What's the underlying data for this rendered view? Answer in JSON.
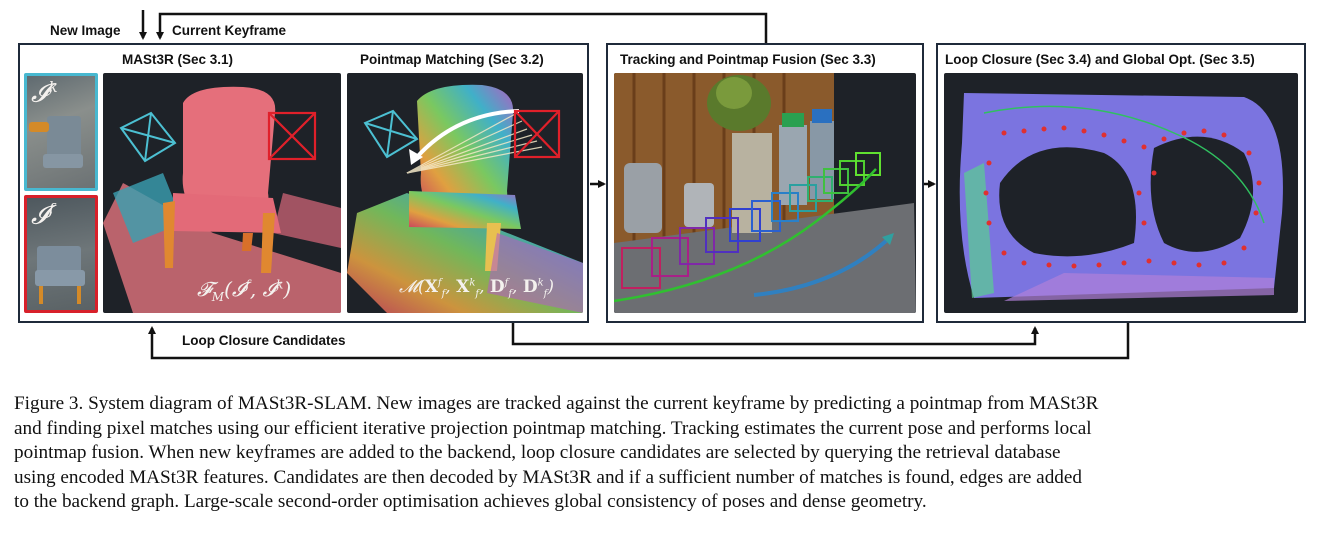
{
  "inputs": {
    "new_image_label": "New Image",
    "current_keyframe_label": "Current Keyframe",
    "loop_closure_candidates_label": "Loop Closure Candidates"
  },
  "panels": {
    "mast3r": {
      "title": "MASt3R (Sec 3.1)",
      "keyframe_symbol": "𝓘",
      "keyframe_superscript": "k",
      "frame_symbol": "𝓘",
      "frame_superscript": "f",
      "formula": "𝓕",
      "formula_sub": "M",
      "formula_args": "(𝓘",
      "formula_arg1_sup": "f",
      "formula_comma": ", 𝓘",
      "formula_arg2_sup": "k",
      "formula_close": ")"
    },
    "matching": {
      "title": "Pointmap Matching (Sec 3.2)",
      "formula_prefix": "𝓜(",
      "x": "X",
      "x_sub1": "f",
      "x_sup1": "f",
      "x2": "X",
      "x_sub2": "f",
      "x_sup2": "k",
      "d": "D",
      "d_sub1": "f",
      "d_sup1": "f",
      "d2": "D",
      "d_sub2": "f",
      "d_sup2": "k",
      "sep": ", ",
      "close": ")"
    },
    "tracking": {
      "title": "Tracking and Pointmap Fusion (Sec 3.3)"
    },
    "loop": {
      "title": "Loop Closure (Sec 3.4) and Global Opt. (Sec 3.5)"
    }
  },
  "caption": {
    "lines": [
      "Figure 3. System diagram of MASt3R-SLAM. New images are tracked against the current keyframe by predicting a pointmap from MASt3R",
      "and finding pixel matches using our efficient iterative projection pointmap matching. Tracking estimates the current pose and performs local",
      "pointmap fusion. When new keyframes are added to the backend, loop closure candidates are selected by querying the retrieval database",
      "using encoded MASt3R features. Candidates are then decoded by MASt3R and if a sufficient number of matches is found, edges are added",
      "to the backend graph. Large-scale second-order optimisation achieves global consistency of poses and dense geometry."
    ]
  },
  "colors": {
    "frame_border": "#1f2a3a",
    "keyframe_border": "#48b8d0",
    "frame_border_red": "#d8202a",
    "dark_bg": "#1e2228",
    "arrow": "#111111"
  }
}
